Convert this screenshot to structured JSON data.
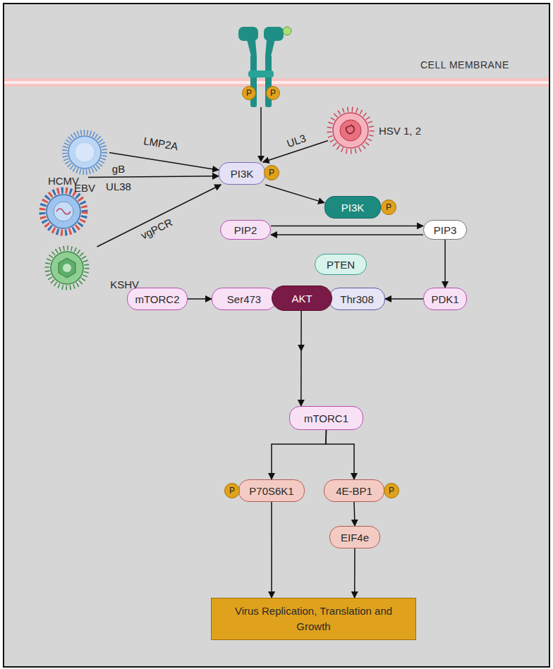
{
  "diagram": {
    "nodes": [
      {
        "text": [
          "P"
        ]
      },
      {
        "text": [
          "P"
        ]
      },
      {
        "text": [
          "EBV"
        ]
      },
      {
        "text": [
          "HSV 1, 2"
        ]
      },
      {
        "text": [
          "PI3K"
        ]
      },
      {
        "text": [
          "P"
        ]
      },
      {
        "text": [
          "HCMV"
        ]
      },
      {
        "text": [
          "PI3K"
        ]
      },
      {
        "text": [
          "P"
        ]
      },
      {
        "text": [
          "KSHV"
        ]
      },
      {
        "text": [
          "PIP2"
        ]
      },
      {
        "text": [
          "PIP3"
        ]
      },
      {
        "text": [
          "PTEN"
        ]
      },
      {
        "text": [
          "mTORC2"
        ]
      },
      {
        "text": [
          "Ser473"
        ]
      },
      {
        "text": [
          "AKT"
        ]
      },
      {
        "text": [
          "Thr308"
        ]
      },
      {
        "text": [
          "PDK1"
        ]
      },
      {
        "text": [
          "mTORC1"
        ]
      },
      {
        "text": [
          "P"
        ]
      },
      {
        "text": [
          "P70S6K1"
        ]
      },
      {
        "text": [
          "4E-BP1"
        ]
      },
      {
        "text": [
          "P"
        ]
      },
      {
        "text": [
          "EIF4e"
        ]
      },
      {
        "text": [
          "Virus Replication, Translation and Growth"
        ]
      }
    ],
    "edges": [
      {
        "from": 2,
        "to": 4,
        "label": "LMP2A",
        "arrow": "to"
      },
      {
        "from": 6,
        "to": 4,
        "label": "gB UL38",
        "arrow": "to"
      },
      {
        "from": 9,
        "to": 4,
        "label": "vgPCR",
        "arrow": "to"
      },
      {
        "from": 3,
        "to": 4,
        "label": "UL3",
        "arrow": "to"
      },
      {
        "from": 4,
        "to": 7,
        "arrow": "to"
      },
      {
        "from": 10,
        "to": 11,
        "arrow": "to"
      },
      {
        "from": 11,
        "to": 10,
        "arrow": "to"
      },
      {
        "from": 11,
        "to": 17,
        "arrow": "to"
      },
      {
        "from": 17,
        "to": 16,
        "arrow": "to"
      },
      {
        "from": 13,
        "to": 14,
        "arrow": "to"
      },
      {
        "from": 15,
        "to": 18,
        "arrow": "to"
      },
      {
        "from": 18,
        "to": 20,
        "arrow": "to"
      },
      {
        "from": 18,
        "to": 21,
        "arrow": "to"
      },
      {
        "from": 21,
        "to": 23,
        "arrow": "to"
      },
      {
        "from": 20,
        "to": 24,
        "arrow": "to"
      },
      {
        "from": 23,
        "to": 24,
        "arrow": "to"
      }
    ],
    "labels": [
      "CELL MEMBRANE"
    ]
  }
}
